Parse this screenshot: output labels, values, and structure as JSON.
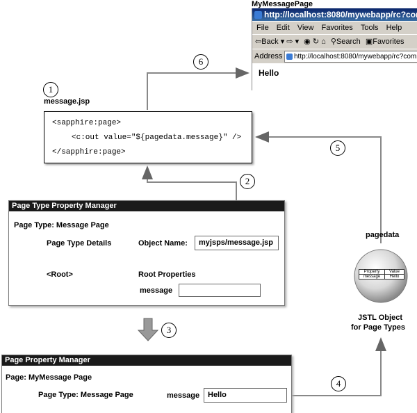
{
  "browser": {
    "page_label": "MyMessagePage",
    "title": "http://localhost:8080/mywebapp/rc?comman",
    "menu": [
      "File",
      "Edit",
      "View",
      "Favorites",
      "Tools",
      "Help"
    ],
    "toolbar_text": "⇦Back ▾ ⇨ ▾",
    "search_label": "Search",
    "favorites_label": "Favorites",
    "address_label": "Address",
    "address_url": "http://localhost:8080/mywebapp/rc?comm",
    "content": "Hello"
  },
  "jsp": {
    "step": "1",
    "filename": "message.jsp",
    "lines": [
      "<sapphire:page>",
      "<c:out value=\"${pagedata.message}\" />",
      "</sapphire:page>"
    ]
  },
  "steps": {
    "s2": "2",
    "s3": "3",
    "s4": "4",
    "s5": "5",
    "s6": "6"
  },
  "ptpm": {
    "header": "Page Type Property Manager",
    "root_label": "Page Type: Message Page",
    "details_label": "Page Type Details",
    "root_node": "<Root>",
    "object_name_label": "Object Name:",
    "object_name_value": "myjsps/message.jsp",
    "root_properties": "Root Properties",
    "message_label": "message",
    "message_value": ""
  },
  "ppm": {
    "header": "Page Property Manager",
    "root_label": "Page: MyMessage Page",
    "page_type": "Page Type: Message Page",
    "message_label": "message",
    "message_value": "Hello"
  },
  "pagedata": {
    "label": "pagedata",
    "table_headers": [
      "Property",
      "Value"
    ],
    "table_row": [
      "message",
      "Hello"
    ],
    "caption_line1": "JSTL Object",
    "caption_line2": "for Page Types"
  }
}
